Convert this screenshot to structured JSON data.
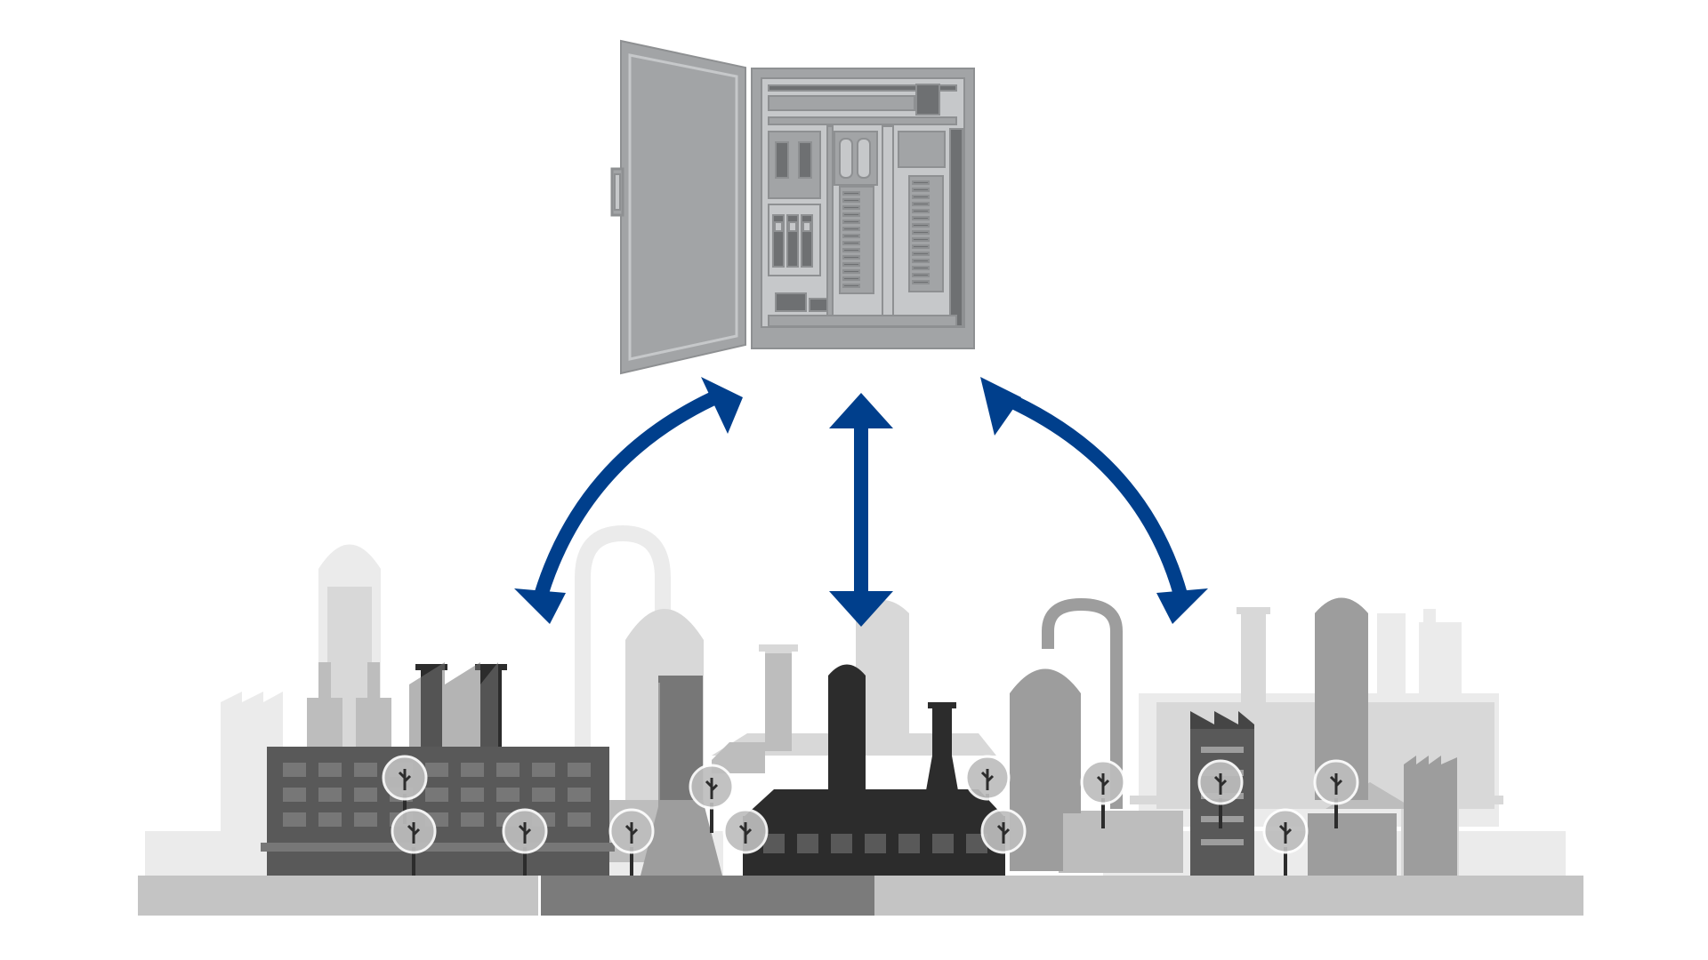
{
  "palette": {
    "background": "#ffffff",
    "arrow": "#003f8c",
    "cabinet_body": "#a2a4a6",
    "cabinet_outline": "#8e9092",
    "cabinet_dark": "#6e7072",
    "cabinet_inner": "#c6c8ca",
    "factory_lightest": "#ebebeb",
    "factory_light": "#d8d8d8",
    "factory_mid_light": "#bdbdbd",
    "factory_mid": "#9d9d9d",
    "factory_mid_dark": "#777777",
    "factory_dark": "#595959",
    "factory_darkest": "#2c2c2c",
    "ground_light": "#c4c4c4",
    "ground_dark": "#7b7b7b"
  },
  "diagram": {
    "nodes": [
      {
        "id": "control-cabinet",
        "kind": "electrical-control-cabinet",
        "state": "door-open"
      },
      {
        "id": "industrial-plant",
        "kind": "factory-skyline"
      }
    ],
    "connections": [
      {
        "from": "control-cabinet",
        "to": "industrial-plant",
        "direction": "bidirectional",
        "path": "left-arc"
      },
      {
        "from": "control-cabinet",
        "to": "industrial-plant",
        "direction": "bidirectional",
        "path": "vertical"
      },
      {
        "from": "control-cabinet",
        "to": "industrial-plant",
        "direction": "bidirectional",
        "path": "right-arc"
      }
    ]
  }
}
